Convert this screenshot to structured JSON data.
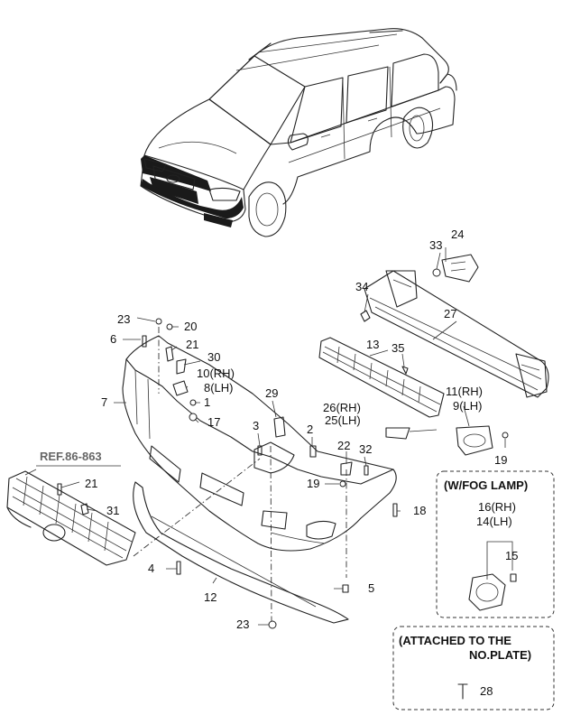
{
  "ref_label": "REF.86-863",
  "fog_lamp_box": {
    "title": "(W/FOG LAMP)"
  },
  "plate_box": {
    "line1": "(ATTACHED TO THE",
    "line2": "NO.PLATE)"
  },
  "callouts": {
    "c1": "1",
    "c3": "3",
    "c2": "2",
    "c4": "4",
    "c5": "5",
    "c6": "6",
    "c7": "7",
    "c8": "8(LH)",
    "c10": "10(RH)",
    "c9": "9(LH)",
    "c11": "11(RH)",
    "c12": "12",
    "c13": "13",
    "c14": "14(LH)",
    "c16": "16(RH)",
    "c15": "15",
    "c17": "17",
    "c18": "18",
    "c19a": "19",
    "c19b": "19",
    "c20": "20",
    "c21a": "21",
    "c21b": "21",
    "c22": "22",
    "c23a": "23",
    "c23b": "23",
    "c24": "24",
    "c25": "25(LH)",
    "c26": "26(RH)",
    "c27": "27",
    "c28": "28",
    "c29": "29",
    "c30": "30",
    "c31": "31",
    "c32": "32",
    "c33": "33",
    "c34": "34",
    "c35": "35"
  }
}
